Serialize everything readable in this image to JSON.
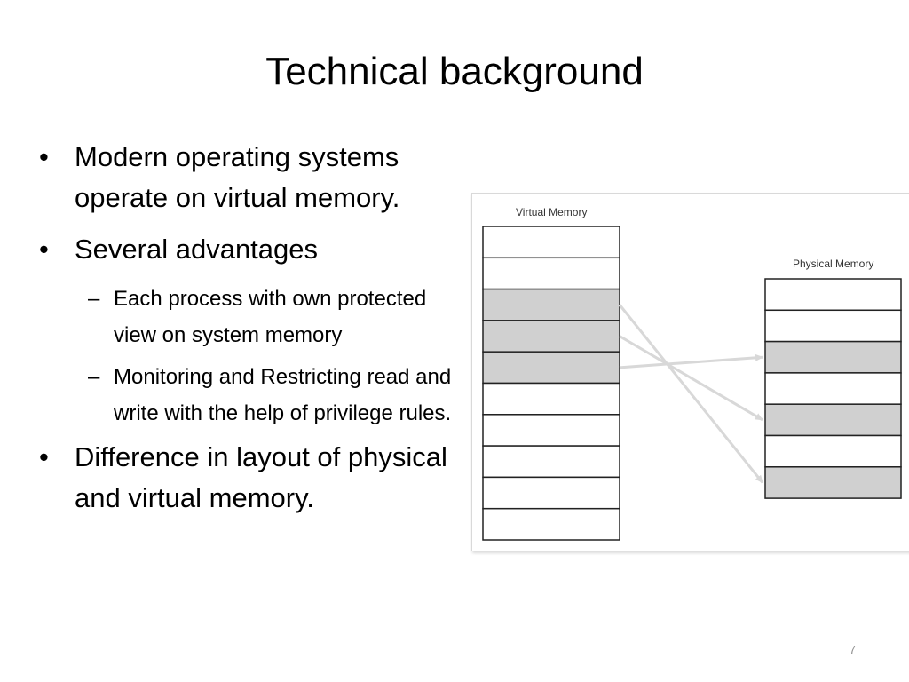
{
  "title": "Technical background",
  "bullets": [
    {
      "text": "Modern operating systems operate on virtual memory.",
      "mark": "•"
    },
    {
      "text": "Several advantages",
      "mark": "•"
    }
  ],
  "sub_bullets": [
    {
      "text": "Each process with own protected view on system memory",
      "mark": "–"
    },
    {
      "text": "Monitoring and Restricting read and write with the help of privilege rules.",
      "mark": "–"
    }
  ],
  "last_bullet": {
    "text": "Difference in layout of physical and virtual memory.",
    "mark": "•"
  },
  "diagram": {
    "virtual_label": "Virtual Memory",
    "physical_label": "Physical Memory",
    "virtual_blocks": [
      false,
      false,
      true,
      true,
      true,
      false,
      false,
      false,
      false,
      false
    ],
    "physical_blocks": [
      false,
      false,
      true,
      false,
      true,
      false,
      true
    ],
    "mappings": [
      [
        2,
        6
      ],
      [
        3,
        4
      ],
      [
        4,
        2
      ]
    ],
    "shaded_color": "#d0d0d0",
    "arrow_color": "#d8d8d8"
  },
  "slide_number": "7"
}
